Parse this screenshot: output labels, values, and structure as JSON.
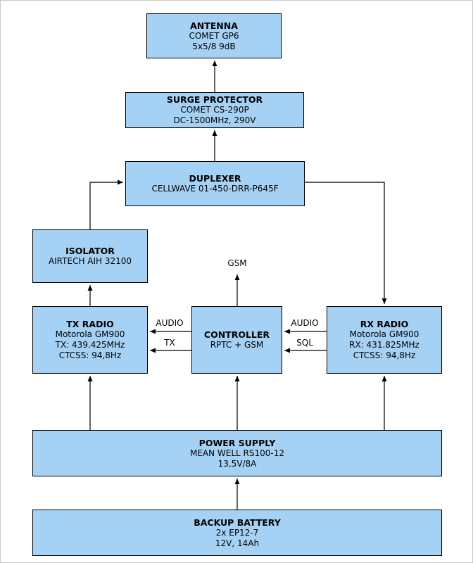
{
  "diagram": {
    "title_hint": "Repeater station block diagram",
    "colors": {
      "node_fill": "#a5d2f4",
      "node_border": "#000000",
      "arrow": "#000000"
    },
    "nodes": {
      "antenna": {
        "title": "ANTENNA",
        "lines": [
          "COMET GP6",
          "5x5/8 9dB"
        ]
      },
      "surge": {
        "title": "SURGE PROTECTOR",
        "lines": [
          "COMET CS-290P",
          "DC-1500MHz, 290V"
        ]
      },
      "duplexer": {
        "title": "DUPLEXER",
        "lines": [
          "CELLWAVE 01-450-DRR-P645F"
        ]
      },
      "isolator": {
        "title": "ISOLATOR",
        "lines": [
          "AIRTECH AIH 32100"
        ]
      },
      "tx_radio": {
        "title": "TX RADIO",
        "lines": [
          "Motorola GM900",
          "TX: 439.425MHz",
          "CTCSS: 94,8Hz"
        ]
      },
      "controller": {
        "title": "CONTROLLER",
        "lines": [
          "RPTC + GSM"
        ]
      },
      "rx_radio": {
        "title": "RX RADIO",
        "lines": [
          "Motorola GM900",
          "RX: 431.825MHz",
          "CTCSS: 94,8Hz"
        ]
      },
      "power_supply": {
        "title": "POWER SUPPLY",
        "lines": [
          "MEAN WELL RS100-12",
          "13,5V/8A"
        ]
      },
      "backup_battery": {
        "title": "BACKUP BATTERY",
        "lines": [
          "2x EP12-7",
          "12V, 14Ah"
        ]
      }
    },
    "flow_labels": {
      "gsm": "GSM",
      "audio_tx": "AUDIO",
      "tx": "TX",
      "audio_rx": "AUDIO",
      "sql": "SQL"
    },
    "connections": [
      "surge -> antenna",
      "duplexer -> surge",
      "isolator -> duplexer",
      "tx_radio -> isolator",
      "duplexer -> rx_radio",
      "controller -> gsm",
      "controller -> tx_radio (AUDIO)",
      "controller -> tx_radio (TX)",
      "rx_radio -> controller (AUDIO)",
      "rx_radio -> controller (SQL)",
      "power_supply -> tx_radio",
      "power_supply -> controller",
      "power_supply -> rx_radio",
      "backup_battery -> power_supply"
    ]
  }
}
